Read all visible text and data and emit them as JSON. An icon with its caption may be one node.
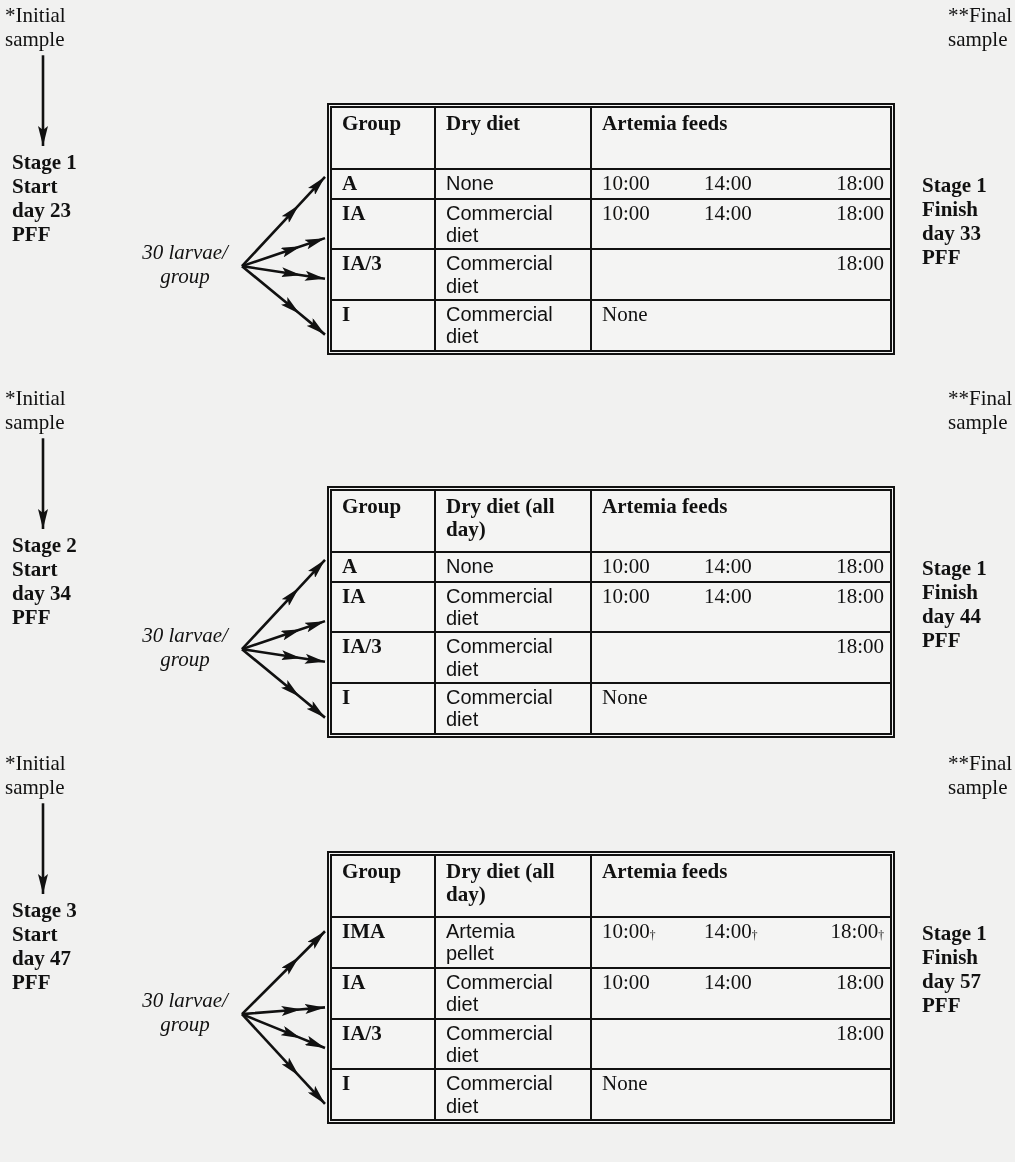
{
  "diagram": {
    "nodes": [
      {
        "text": [
          "*Initial sample"
        ]
      },
      {
        "text": [
          "Stage 1 Start day 23 PFF"
        ]
      },
      {
        "text": [
          "30 larvae/ group"
        ]
      },
      {
        "text": [
          "Group",
          "Dry diet",
          "Artemia feeds"
        ]
      },
      {
        "text": [
          "A",
          "None",
          "10:00",
          "14:00",
          "18:00"
        ],
        "in": 3
      },
      {
        "text": [
          "IA",
          "Commercial diet",
          "10:00",
          "14:00",
          "18:00"
        ],
        "in": 3
      },
      {
        "text": [
          "IA/3",
          "Commercial diet",
          "18:00"
        ],
        "in": 3
      },
      {
        "text": [
          "I",
          "Commercial diet",
          "None"
        ],
        "in": 3
      },
      {
        "text": [
          "*Initial sample"
        ]
      },
      {
        "text": [
          "Stage 2 Start day 34 PFF"
        ]
      },
      {
        "text": [
          "30 larvae/ group"
        ]
      },
      {
        "text": [
          "Group",
          "Dry diet (all day)",
          "Artemia feeds"
        ]
      },
      {
        "text": [
          "A",
          "None",
          "10:00",
          "14:00",
          "18:00"
        ],
        "in": 11
      },
      {
        "text": [
          "IA",
          "Commercial diet",
          "10:00",
          "14:00",
          "18:00"
        ],
        "in": 11
      },
      {
        "text": [
          "IA/3",
          "Commercial diet",
          "18:00"
        ],
        "in": 11
      },
      {
        "text": [
          "I",
          "Commercial diet",
          "None"
        ],
        "in": 11
      },
      {
        "text": [
          "*Initial sample"
        ]
      },
      {
        "text": [
          "Stage 3 Start day 47 PFF"
        ]
      },
      {
        "text": [
          "30 larvae/ group"
        ]
      },
      {
        "text": [
          "Group",
          "Dry diet (all day)",
          "Artemia feeds"
        ]
      },
      {
        "text": [
          "IMA",
          "Artemia pellet",
          "10:00$_{†}$",
          "14:00$_{†}$",
          "18:00$_{†}$"
        ],
        "in": 19
      },
      {
        "text": [
          "IA",
          "Commercial diet",
          "10:00",
          "14:00",
          "18:00"
        ],
        "in": 19
      },
      {
        "text": [
          "IA/3",
          "Commercial diet",
          "18:00"
        ],
        "in": 19
      },
      {
        "text": [
          "I",
          "Commercial diet",
          "None"
        ],
        "in": 19
      }
    ],
    "edges": [
      {
        "from": 0,
        "to": 1,
        "arrow": "to"
      },
      {
        "from": 2,
        "to": 4,
        "arrow": "to"
      },
      {
        "from": 2,
        "to": 5,
        "arrow": "to"
      },
      {
        "from": 2,
        "to": 6,
        "arrow": "to"
      },
      {
        "from": 2,
        "to": 7,
        "arrow": "to"
      },
      {
        "from": 8,
        "to": 9,
        "arrow": "to"
      },
      {
        "from": 10,
        "to": 12,
        "arrow": "to"
      },
      {
        "from": 10,
        "to": 13,
        "arrow": "to"
      },
      {
        "from": 10,
        "to": 14,
        "arrow": "to"
      },
      {
        "from": 10,
        "to": 15,
        "arrow": "to"
      },
      {
        "from": 16,
        "to": 17,
        "arrow": "to"
      },
      {
        "from": 18,
        "to": 20,
        "arrow": "to"
      },
      {
        "from": 18,
        "to": 21,
        "arrow": "to"
      },
      {
        "from": 18,
        "to": 22,
        "arrow": "to"
      },
      {
        "from": 18,
        "to": 23,
        "arrow": "to"
      }
    ],
    "labels": [
      "**Final sample",
      "Stage 1 Finish day 33 PFF",
      "**Final sample",
      "Stage 1 Finish day 44 PFF",
      "**Final sample",
      "Stage 1 Finish day 57 PFF"
    ]
  }
}
